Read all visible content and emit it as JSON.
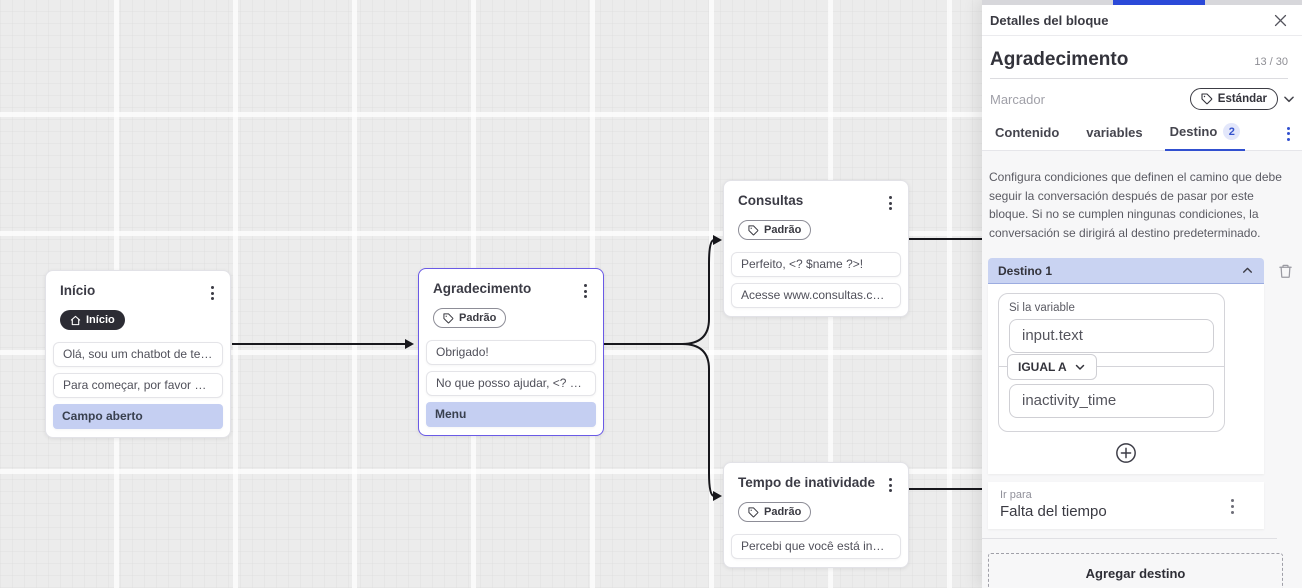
{
  "canvas": {
    "nodes": [
      {
        "title": "Início",
        "badge": {
          "label": "Início"
        },
        "items": [
          {
            "text": "Olá, sou um chatbot de teste!"
          },
          {
            "text": "Para começar, por favor digite o ..."
          },
          {
            "text": "Campo aberto"
          }
        ]
      },
      {
        "title": "Agradecimento",
        "tag": {
          "label": "Padrão"
        },
        "items": [
          {
            "text": "Obrigado!"
          },
          {
            "text": "No que posso ajudar, <? $name ..."
          },
          {
            "text": "Menu"
          }
        ]
      },
      {
        "title": "Consultas",
        "tag": {
          "label": "Padrão"
        },
        "items": [
          {
            "text": "Perfeito, <? $name ?>!"
          },
          {
            "text": "Acesse www.consultas.com par..."
          }
        ]
      },
      {
        "title": "Tempo de inatividade",
        "tag": {
          "label": "Padrão"
        },
        "items": [
          {
            "text": "Percebi que você está inativo. C..."
          }
        ]
      }
    ]
  },
  "panel": {
    "header": {
      "title": "Detalles del bloque"
    },
    "block": {
      "name": "Agradecimento",
      "counter": "13 / 30",
      "marker_placeholder": "Marcador",
      "tag_label": "Estándar"
    },
    "tabs": [
      {
        "label": "Contenido"
      },
      {
        "label": "variables"
      },
      {
        "label": "Destino",
        "badge": "2",
        "active": true
      }
    ],
    "description": "Configura condiciones que definen el camino que debe seguir la conversación después de pasar por este bloque. Si no se cumplen ningunas condiciones, la conversación se dirigirá al destino predeterminado.",
    "destination": {
      "title": "Destino 1",
      "condition": {
        "variable_label": "Si la variable",
        "variable_value": "input.text",
        "operator": "IGUAL A",
        "value": "inactivity_time"
      },
      "go_to": {
        "label": "Ir para",
        "value": "Falta del tiempo"
      }
    },
    "add_destination_label": "Agregar destino"
  },
  "colors": {
    "accent_blue": "#3150d0",
    "selected_node_border": "#6a5ae6",
    "highlight_row": "#c5cff2",
    "destination_header": "#c9d3f2",
    "edge": "#17171c",
    "badge_dark": "#2c2c34",
    "panel_content_bg": "#f7f7f8",
    "canvas_bg": "#ececec"
  }
}
